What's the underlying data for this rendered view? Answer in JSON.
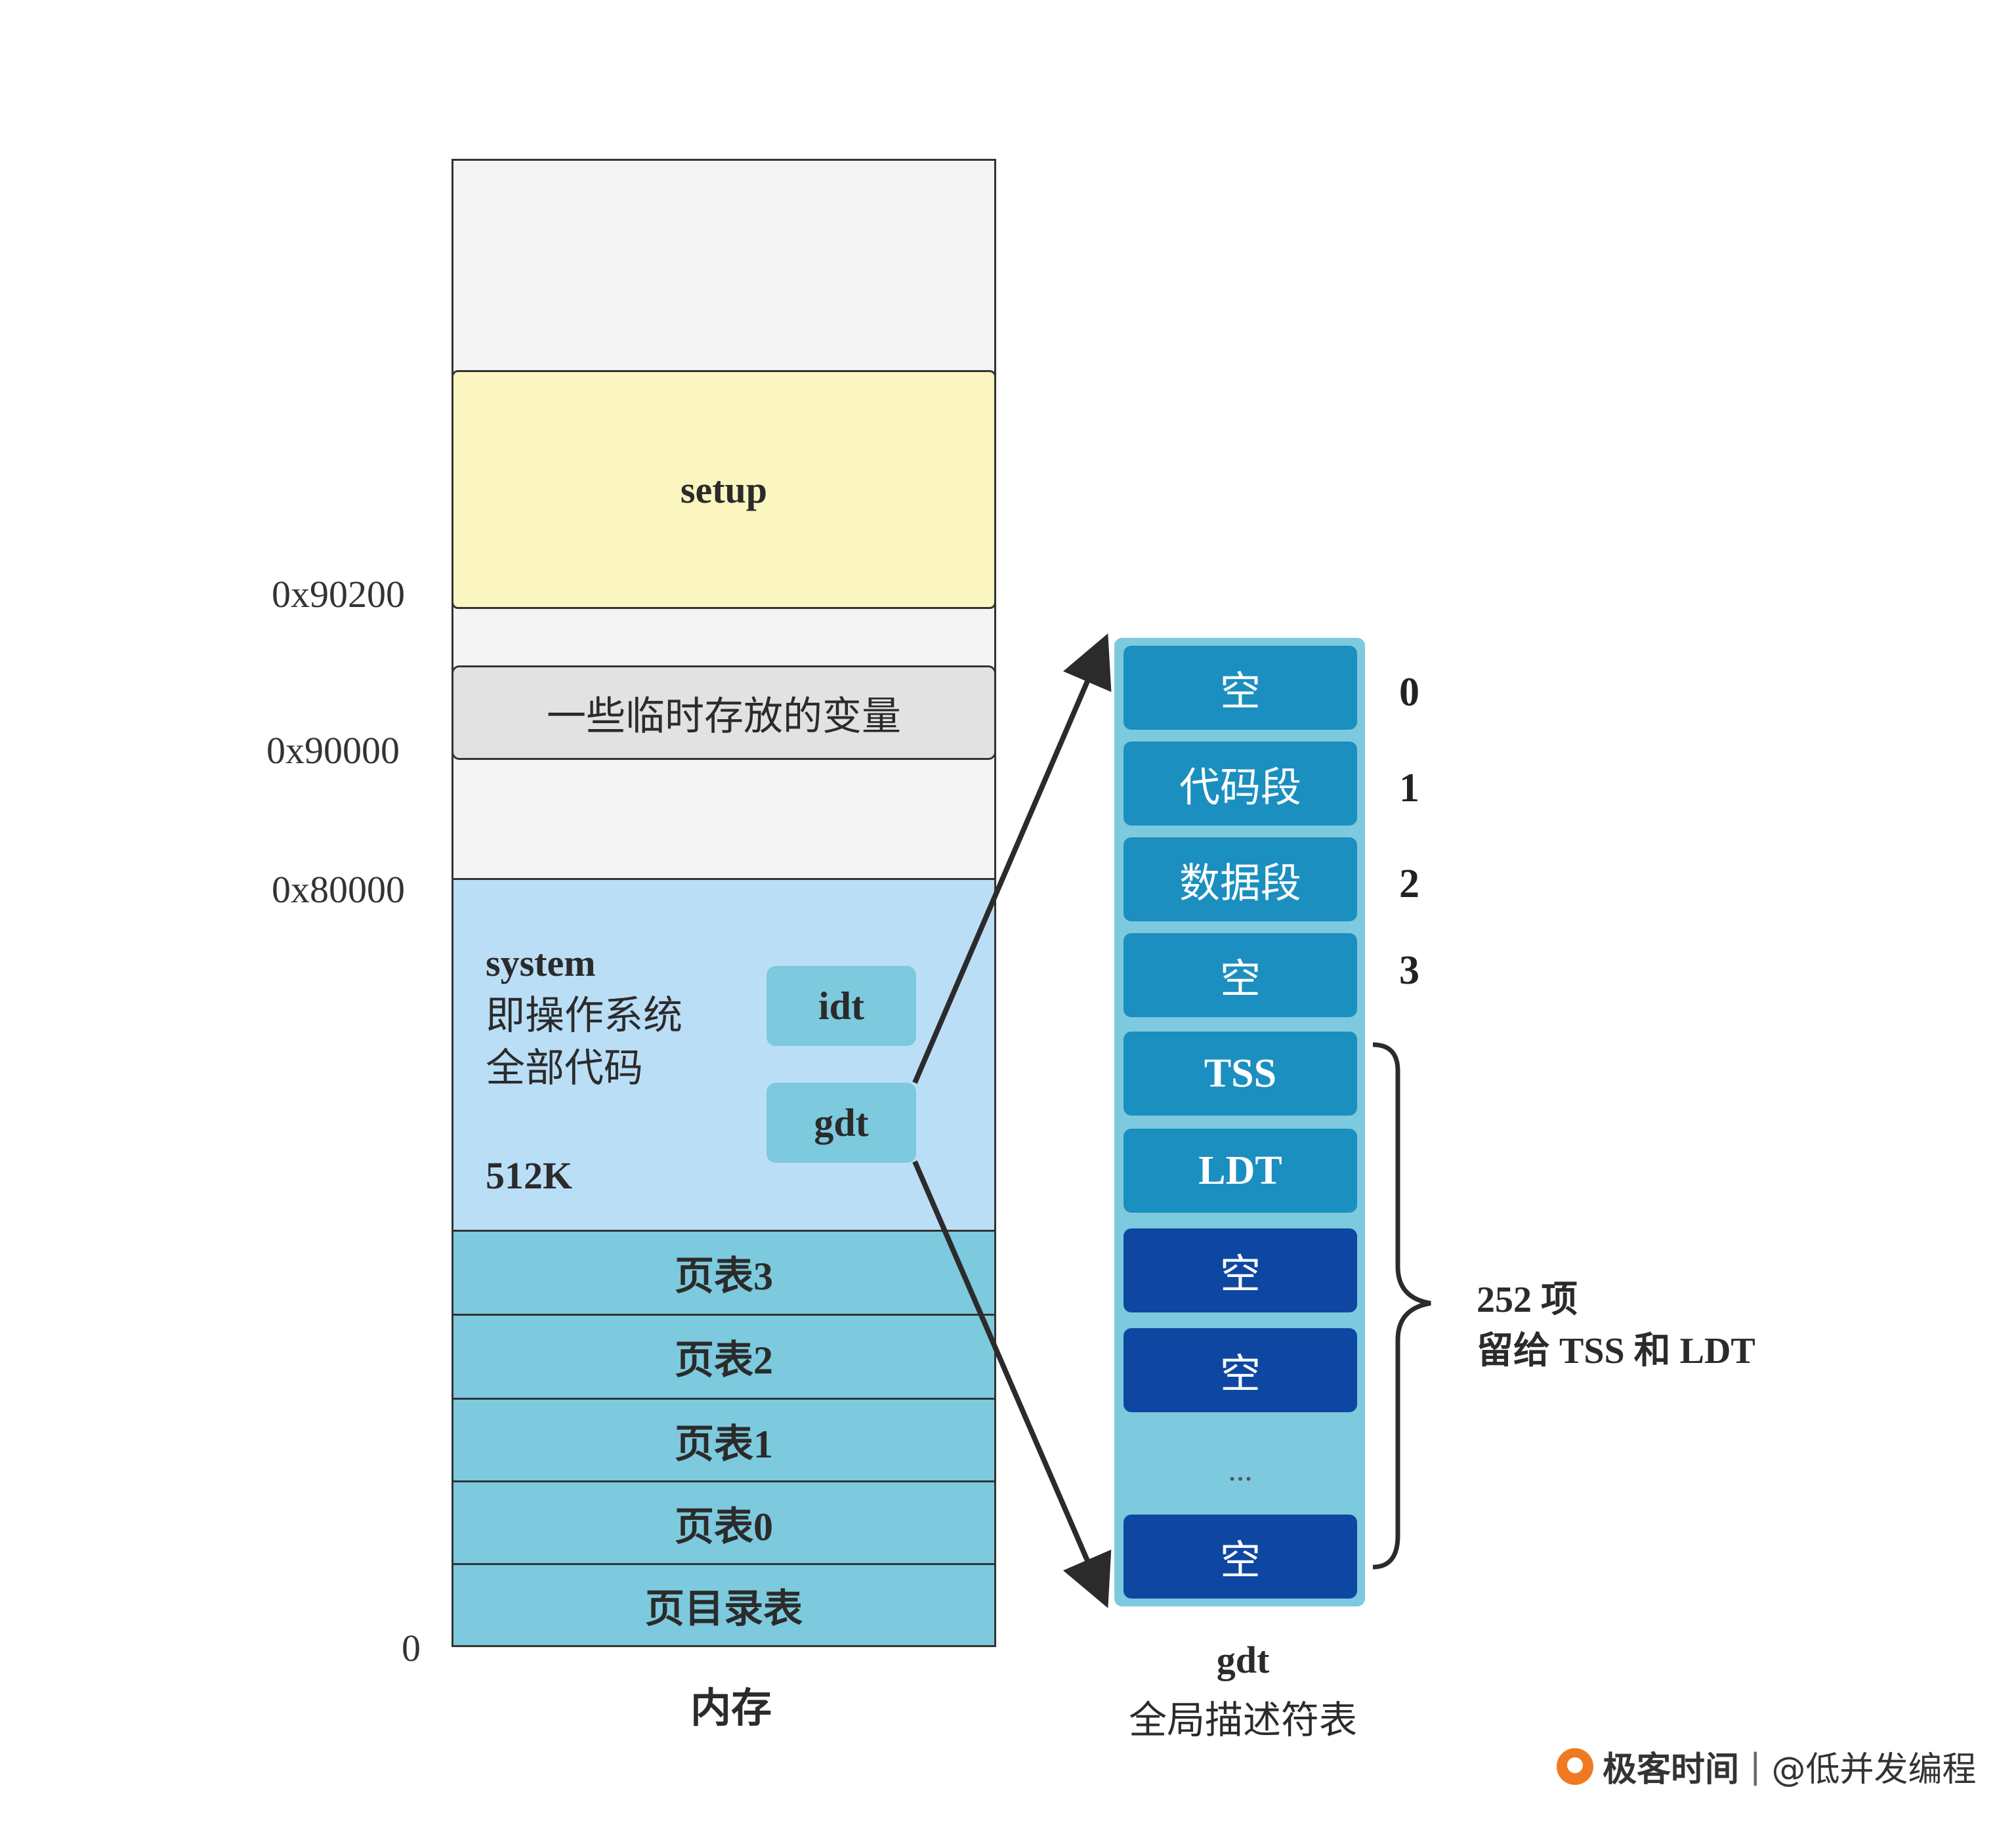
{
  "memory": {
    "caption": "内存",
    "setup_label": "setup",
    "temp_label": "一些临时存放的变量",
    "system_lines": [
      "system",
      "即操作系统",
      "全部代码"
    ],
    "system_size": "512K",
    "idt_label": "idt",
    "gdt_label": "gdt",
    "page_tables": [
      "页表3",
      "页表2",
      "页表1",
      "页表0",
      "页目录表"
    ],
    "addresses": [
      "0x90200",
      "0x90000",
      "0x80000",
      "0"
    ]
  },
  "gdt_table": {
    "caption_line1": "gdt",
    "caption_line2": "全局描述符表",
    "entries": [
      "空",
      "代码段",
      "数据段",
      "空",
      "TSS",
      "LDT",
      "空",
      "空",
      "空"
    ],
    "indices": [
      "0",
      "1",
      "2",
      "3"
    ],
    "ellipsis": "...",
    "note_line1": "252 项",
    "note_line2": "留给 TSS 和 LDT"
  },
  "colors": {
    "setup": "#fbf5c0",
    "system": "#bbdef7",
    "light_blue": "#7dc9dd",
    "mid_blue": "#1b8fbf",
    "dark_blue": "#0d47a1"
  },
  "brand": {
    "name": "极客时间",
    "separator": "|",
    "handle": "@低并发编程"
  }
}
